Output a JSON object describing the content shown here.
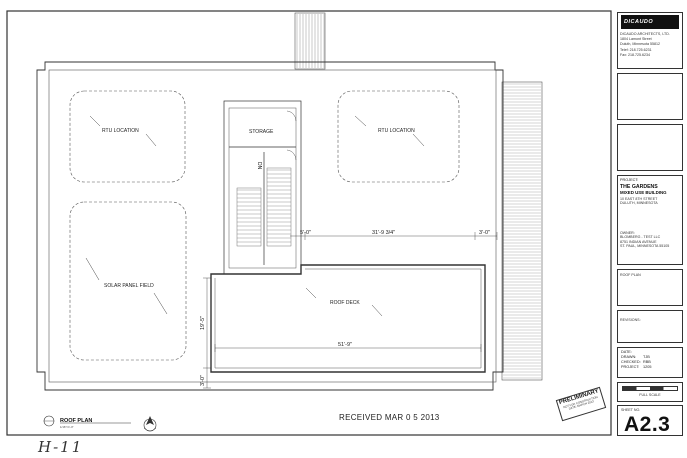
{
  "plan": {
    "labels": {
      "rtu_left": "RTU LOCATION",
      "rtu_right": "RTU LOCATION",
      "storage": "STORAGE",
      "up": "DN",
      "solar": "SOLAR PANEL FIELD",
      "roof_deck": "ROOF DECK"
    },
    "dimensions": {
      "d1": "31'-9 3/4\"",
      "d2": "5'-0\"",
      "d3": "3'-0\"",
      "d4": "19'-5\"",
      "d5": "51'-9\"",
      "d6": "3'-0\""
    },
    "drawing_title": "ROOF PLAN",
    "drawing_scale": "1/16\"=1'-0\""
  },
  "received": "RECEIVED MAR 0 5 2013",
  "stamp": {
    "line1": "PRELIMINARY",
    "line2": "NOT FOR CONSTRUCTION",
    "line3": "DATE: MARCH 2013"
  },
  "handwritten": "H-11",
  "titleblock": {
    "firm_logo": "DICAUDO architects",
    "firm_name": "DICAUDO ARCHITECTS, LTD.",
    "firm_addr1": "1804 Lamont Street",
    "firm_addr2": "Duluth, Minnesota 55812",
    "firm_phone": "Telef: 218.725.6231",
    "firm_fax": "Fax: 218.725.6234",
    "project_label": "PROJECT:",
    "project_name1": "THE GARDENS",
    "project_name2": "MIXED USE BUILDING",
    "project_addr1": "10 EAST 8TH STREET",
    "project_addr2": "DULUTH, MINNESOTA",
    "owner_label": "OWNER:",
    "owner_name": "BLOMBERG - TEST LLC",
    "owner_addr1": "8751 INDIAN AVENUE",
    "owner_addr2": "ST. PAUL, MINNESOTA 55105",
    "sheet_title": "ROOF PLAN",
    "revisions_label": "REVISIONS:",
    "date_label": "DATE:",
    "drawn_label": "DRAWN:",
    "drawn_value": "TJB",
    "checked_label": "CHECKED:",
    "checked_value": "RBB",
    "project_no_label": "PROJECT:",
    "project_no_value": "1205",
    "full_scale": "FULL SCALE",
    "sheet_no_label": "SHEET NO.",
    "sheet_no": "A2.3"
  }
}
